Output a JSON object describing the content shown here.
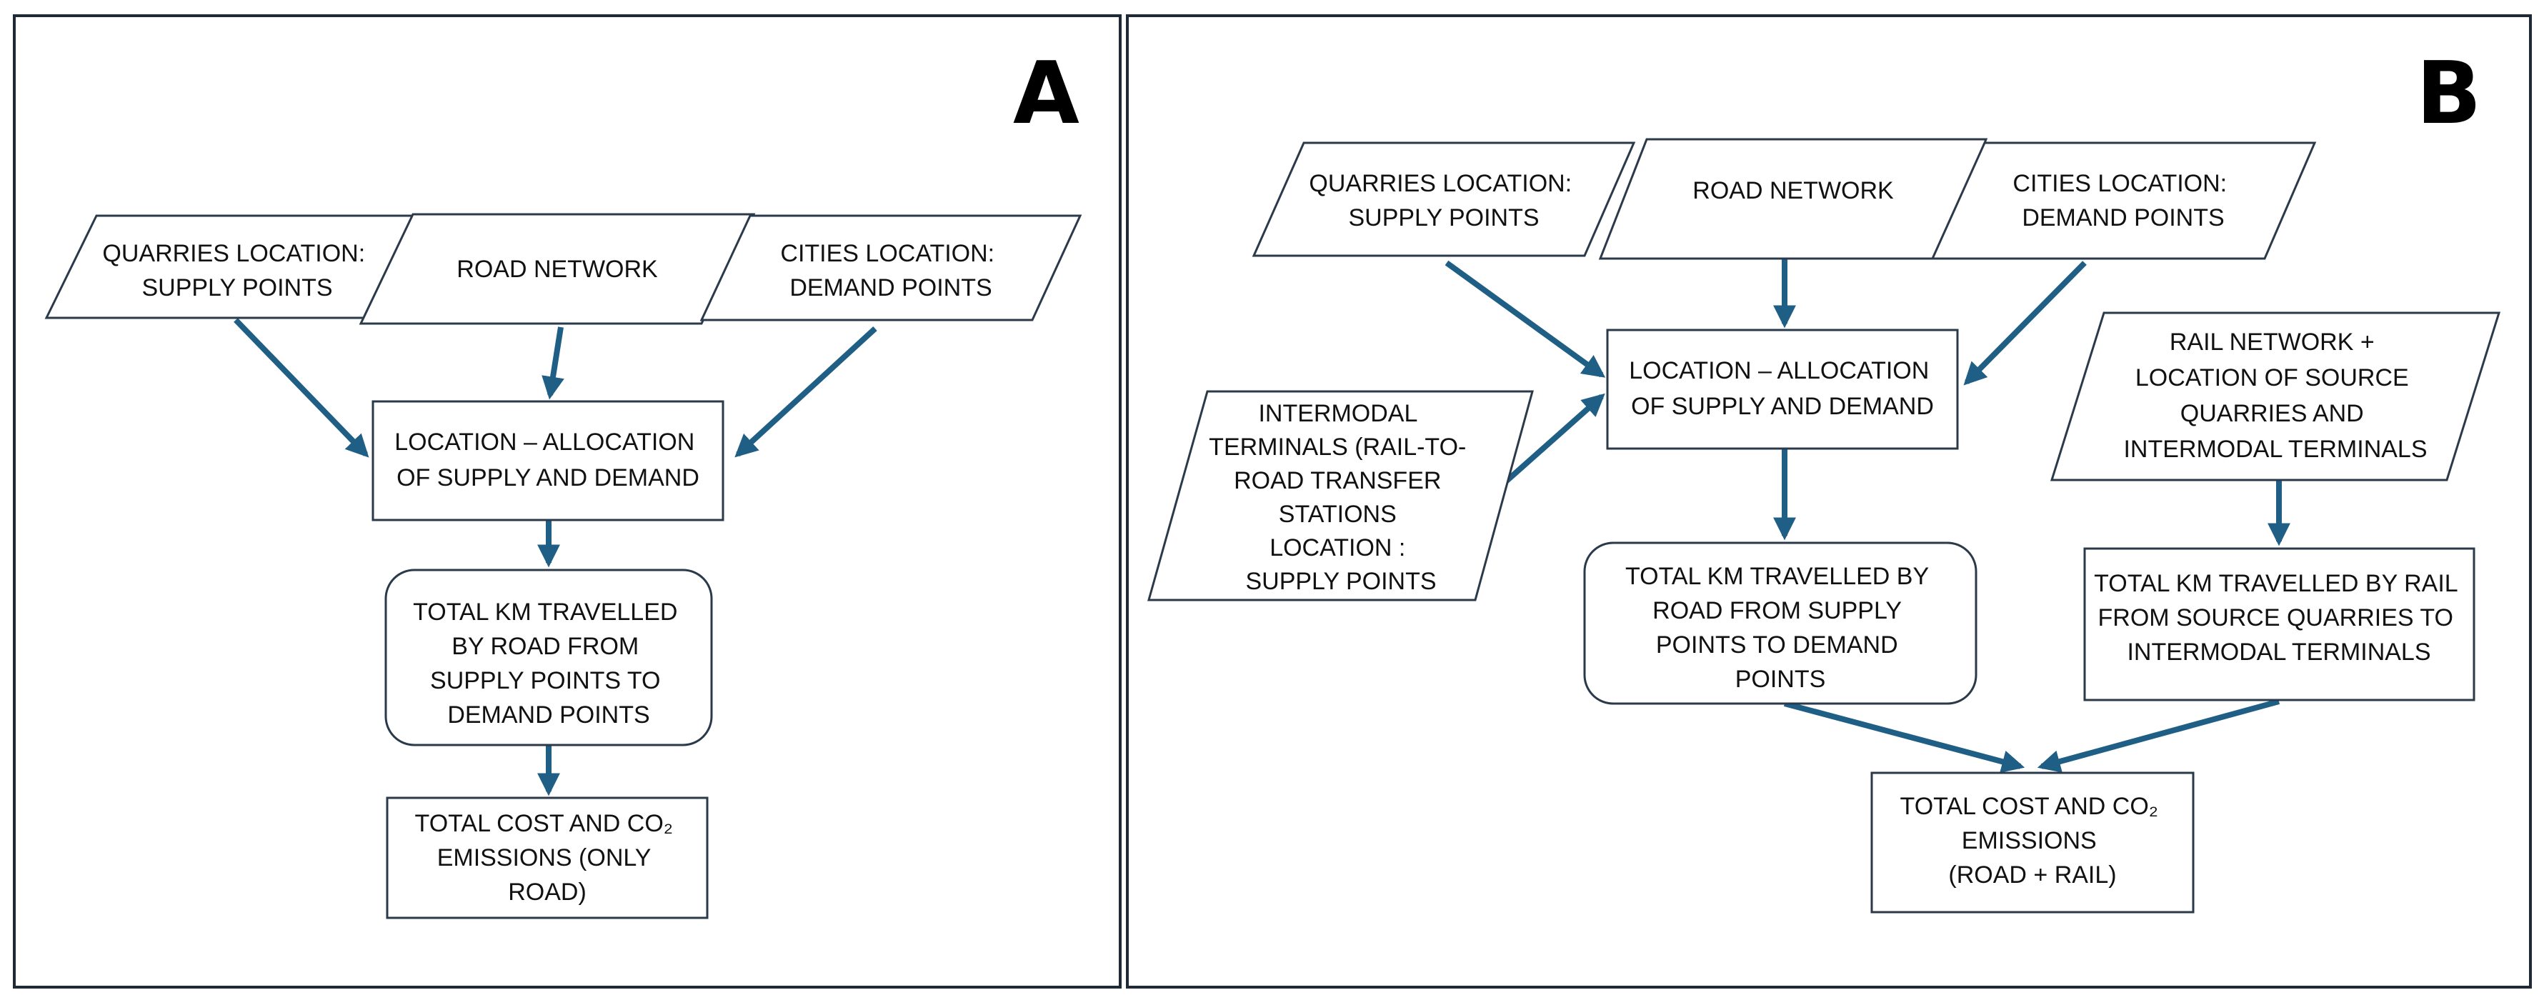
{
  "panel_a": {
    "letter": "A",
    "quarries": [
      "QUARRIES LOCATION:",
      "SUPPLY POINTS"
    ],
    "road_network": [
      "ROAD NETWORK"
    ],
    "cities": [
      "CITIES LOCATION:",
      "DEMAND POINTS"
    ],
    "location_allocation": [
      "LOCATION – ALLOCATION",
      "OF SUPPLY AND DEMAND"
    ],
    "total_km": [
      "TOTAL KM TRAVELLED",
      "BY ROAD FROM",
      "SUPPLY POINTS TO",
      "DEMAND POINTS"
    ],
    "total_cost": [
      "TOTAL COST AND CO₂",
      "EMISSIONS (ONLY",
      "ROAD)"
    ]
  },
  "panel_b": {
    "letter": "B",
    "quarries": [
      "QUARRIES LOCATION:",
      "SUPPLY POINTS"
    ],
    "road_network": [
      "ROAD NETWORK"
    ],
    "cities": [
      "CITIES LOCATION:",
      "DEMAND POINTS"
    ],
    "intermodal": [
      "INTERMODAL",
      "TERMINALS (RAIL-TO-",
      "ROAD TRANSFER",
      "STATIONS",
      "LOCATION :",
      "SUPPLY POINTS"
    ],
    "location_allocation": [
      "LOCATION – ALLOCATION",
      "OF SUPPLY AND DEMAND"
    ],
    "rail_network": [
      "RAIL NETWORK +",
      "LOCATION OF SOURCE",
      "QUARRIES AND",
      "INTERMODAL TERMINALS"
    ],
    "total_km_road": [
      "TOTAL KM TRAVELLED BY",
      "ROAD FROM SUPPLY",
      "POINTS TO DEMAND",
      "POINTS"
    ],
    "total_km_rail": [
      "TOTAL KM TRAVELLED BY RAIL",
      "FROM SOURCE QUARRIES TO",
      "INTERMODAL TERMINALS"
    ],
    "total_cost": [
      "TOTAL COST AND CO₂",
      "EMISSIONS",
      "(ROAD + RAIL)"
    ]
  }
}
